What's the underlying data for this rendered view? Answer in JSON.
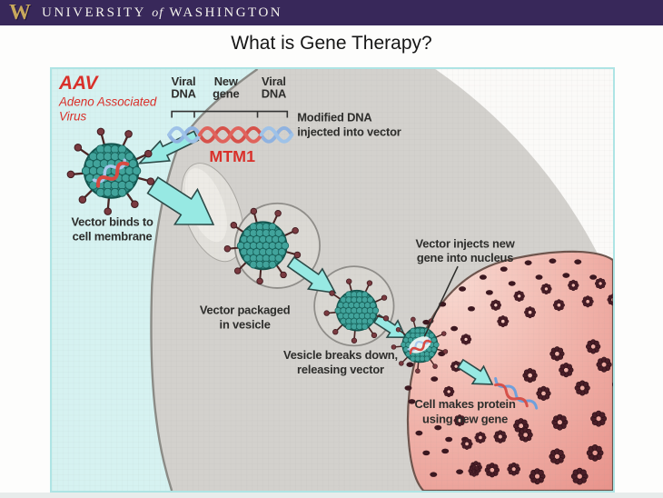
{
  "header": {
    "logo_letter": "W",
    "wordmark": [
      "UNIVERSITY",
      "of",
      "WASHINGTON"
    ]
  },
  "title": "What is Gene Therapy?",
  "diagram": {
    "aav": {
      "abbr": "AAV",
      "sub1": "Adeno Associated",
      "sub2": "Virus"
    },
    "gene_name": "MTM1",
    "dna_segments": {
      "left": [
        "Viral",
        "DNA"
      ],
      "mid": [
        "New",
        "gene"
      ],
      "right": [
        "Viral",
        "DNA"
      ]
    },
    "captions": {
      "modified": [
        "Modified DNA",
        "injected into vector"
      ],
      "binds": [
        "Vector binds to",
        "cell membrane"
      ],
      "packaged": [
        "Vector packaged",
        "in vesicle"
      ],
      "breaks": [
        "Vesicle breaks down,",
        "releasing vector"
      ],
      "injects": [
        "Vector injects new",
        "gene into nucleus"
      ],
      "protein": [
        "Cell makes protein",
        "using new gene"
      ]
    },
    "colors": {
      "uw_purple": "#38285a",
      "uw_gold": "#c8a85c",
      "extracellular_cyan": "#d6f2f1",
      "cell_gray": "#d3d1cd",
      "nucleus_pink": "#f0b0a8",
      "virus_teal": "#3a9e96",
      "protein_maroon": "#451c25",
      "label_red": "#d9302a",
      "arrow_fill": "#97e9e3"
    }
  }
}
